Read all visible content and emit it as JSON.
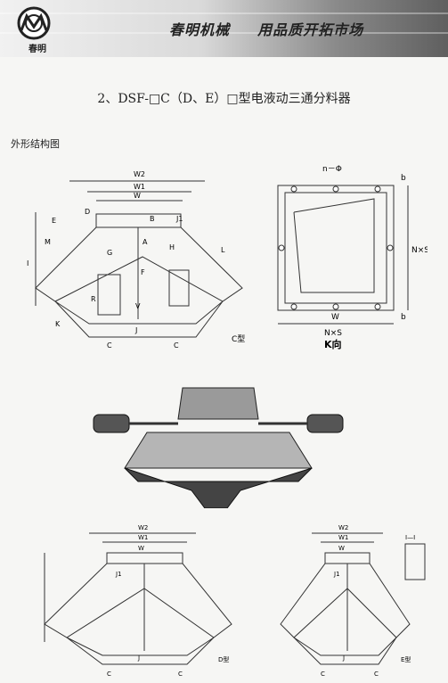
{
  "header": {
    "brand": "春明",
    "company": "春明机械",
    "slogan": "用品质开拓市场",
    "logo_letters": "CMC"
  },
  "title": "2、DSF-□C（D、E）□型电液动三通分料器",
  "section_label": "外形结构图",
  "drawing_c": {
    "dims": [
      "W2",
      "W1",
      "W",
      "E",
      "D",
      "M",
      "J1",
      "B",
      "A",
      "G",
      "H",
      "F",
      "L",
      "I",
      "R",
      "V",
      "J",
      "K",
      "C",
      "C"
    ],
    "type_label": "C型"
  },
  "drawing_k": {
    "hole_label": "n－Φ",
    "dims": [
      "b",
      "N×S",
      "W",
      "b",
      "N×S"
    ],
    "view_label": "K向"
  },
  "drawing_d": {
    "dims": [
      "W2",
      "W1",
      "W",
      "J1",
      "J",
      "C",
      "C"
    ],
    "type_label": "D型"
  },
  "drawing_e": {
    "dims": [
      "W2",
      "W1",
      "W",
      "J1",
      "J",
      "C",
      "C"
    ],
    "type_label": "E型",
    "section_label": "I—I"
  },
  "colors": {
    "ink": "#333333",
    "banner_dark": "#5f5f5f"
  }
}
